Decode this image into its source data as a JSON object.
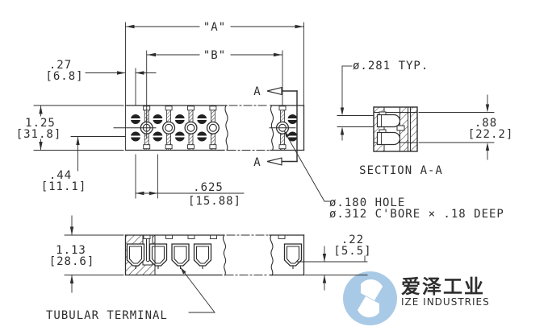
{
  "drawing": {
    "line_color": "#2e2e2e",
    "top_view": {
      "dim_a": "\"A\"",
      "dim_b": "\"B\"",
      "dim_27": ".27",
      "dim_27_mm": "[6.8]",
      "dim_125": "1.25",
      "dim_125_mm": "[31.8]",
      "dim_44": ".44",
      "dim_44_mm": "[11.1]",
      "dim_625": ".625",
      "dim_625_mm": "[15.88]",
      "section_arrow_top": "A",
      "section_arrow_bottom": "A"
    },
    "section_view": {
      "dia_note": "ø.281 TYP.",
      "dim_88": ".88",
      "dim_88_mm": "[22.2]",
      "title": "SECTION A-A"
    },
    "hole_note": {
      "line1": "ø.180 HOLE",
      "line2": "ø.312 C'BORE × .18 DEEP"
    },
    "front_view": {
      "dim_113": "1.13",
      "dim_113_mm": "[28.6]",
      "dim_22": ".22",
      "dim_22_mm": "[5.5]",
      "terminal_label": "TUBULAR TERMINAL"
    },
    "watermark": {
      "cn": "爱泽工业",
      "en": "IZE INDUSTRIES",
      "blue": "#a9cae6",
      "text_blue": "#8fbedf",
      "gray": "#a6a6a6"
    }
  }
}
